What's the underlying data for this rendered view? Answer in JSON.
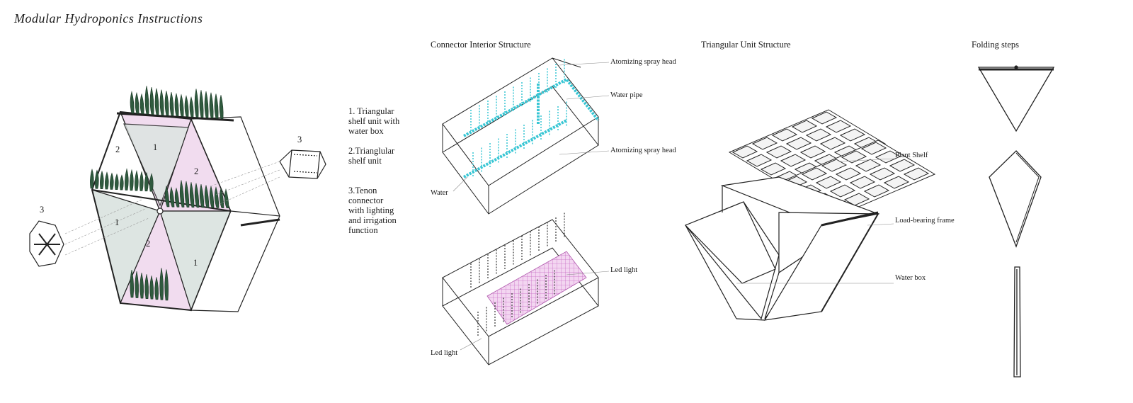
{
  "title": "Modular Hydroponics Instructions",
  "sections": {
    "connector": "Connector Interior Structure",
    "triangular": "Triangular Unit Structure",
    "folding": "Folding steps"
  },
  "legend": [
    "1. Triangular\nshelf unit with\nwater box",
    "2.Trianglular\nshelf unit",
    "3.Tenon\nconnector\nwith lighting\nand irrigation\nfunction"
  ],
  "hex_labels": {
    "one": "1",
    "two": "2",
    "three": "3"
  },
  "connector_labels": {
    "spray_head_top": "Atomizing spray head",
    "water_pipe": "Water pipe",
    "spray_head_bottom": "Atomizing spray head",
    "water": "Water",
    "led_light_right": "Led light",
    "led_light_bottom": "Led light"
  },
  "unit_labels": {
    "plant_shelf": "Plant Shelf",
    "frame": "Load-bearing frame",
    "water_box": "Water box"
  },
  "colors": {
    "pink_fill": "#f1dcef",
    "glass_fill": "#dde5e2",
    "water_pipe": "#38c6d4",
    "led_grid": "#d88fd6",
    "plant": "#2f5a3e",
    "line": "#222222"
  }
}
